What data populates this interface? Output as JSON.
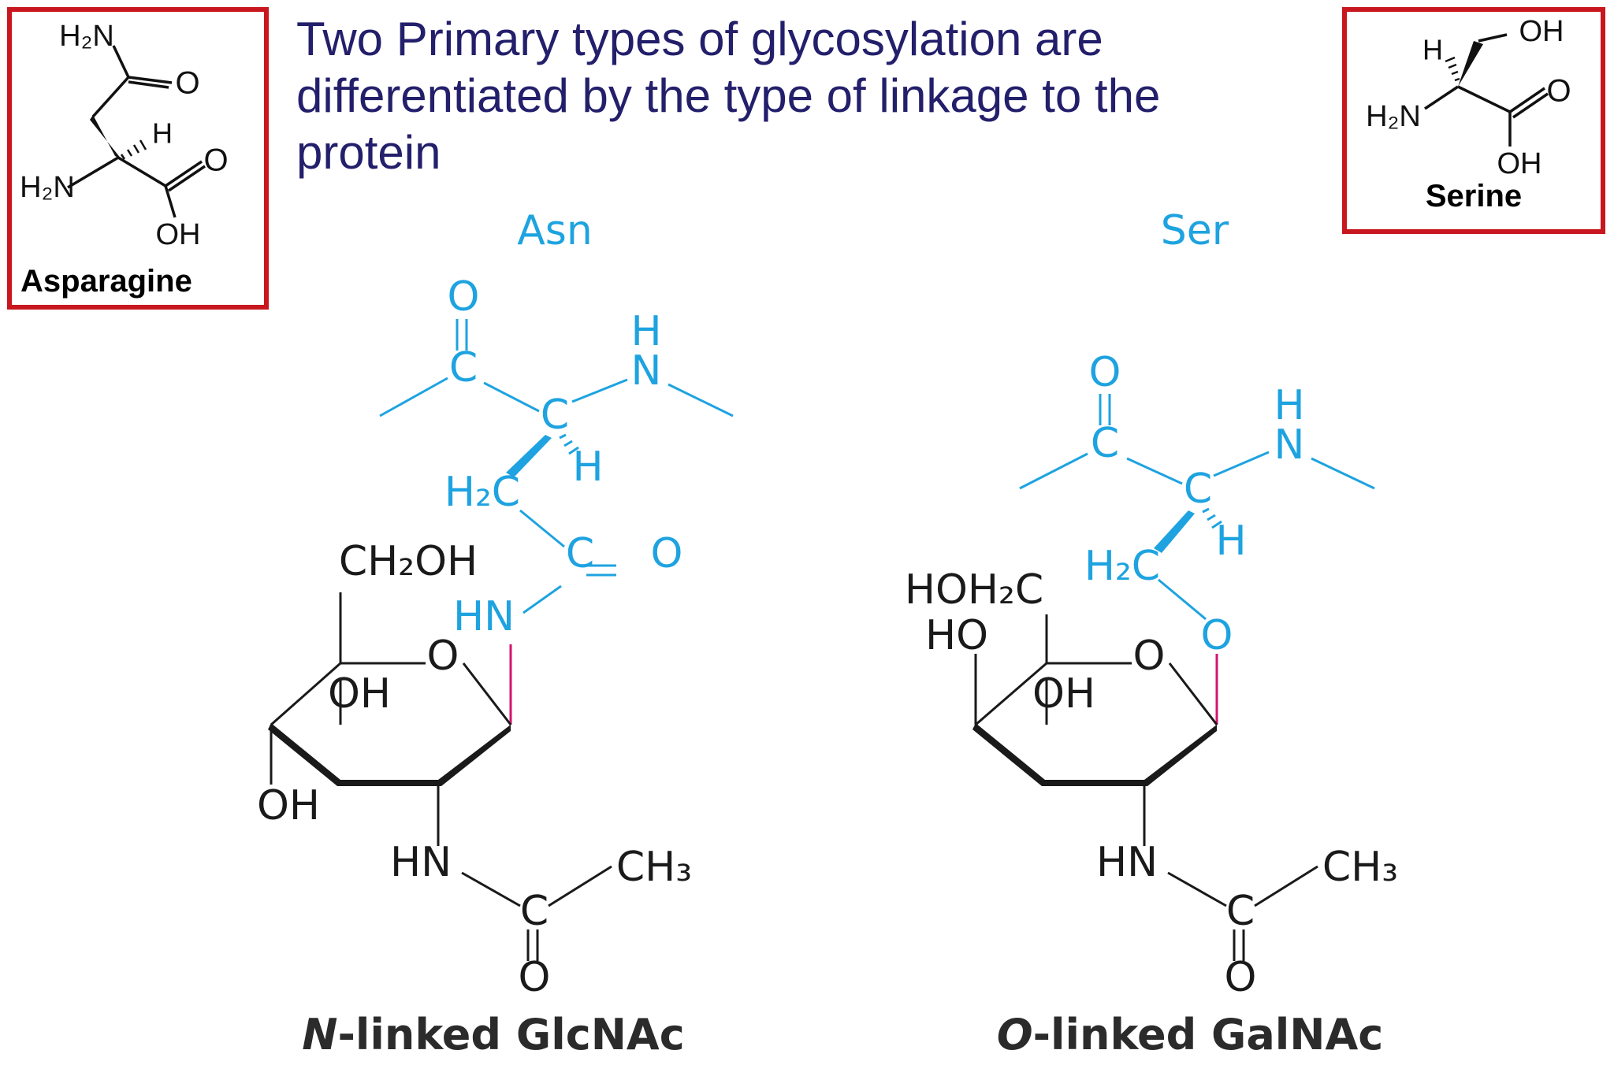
{
  "title_lines": [
    "Two Primary types of glycosylation are",
    "differentiated by the type of linkage to the",
    "protein"
  ],
  "left_box": {
    "label": "Asparagine",
    "atoms": {
      "h2n_top": "H₂N",
      "o_top": "O",
      "h": "H",
      "h2n_left": "H₂N",
      "o_acid": "O",
      "oh": "OH"
    }
  },
  "right_box": {
    "label": "Serine",
    "atoms": {
      "h": "H",
      "oh_top": "OH",
      "h2n": "H₂N",
      "o_acid": "O",
      "oh_bottom": "OH"
    }
  },
  "n_linked": {
    "residue": "Asn",
    "caption_prefix": "N",
    "caption_rest": "-linked GlcNAc",
    "atoms": {
      "o_carbonyl": "O",
      "c_carbonyl": "C",
      "h_amide": "H",
      "n_amide": "N",
      "c_alpha": "C",
      "h_alpha": "H",
      "h2c": "H₂C",
      "c_side": "C",
      "o_side": "O",
      "hn_link": "HN",
      "ch2oh": "CH₂OH",
      "o_ring": "O",
      "oh_ring": "OH",
      "oh_left": "OH",
      "hn_acetyl": "HN",
      "c_acetyl": "C",
      "ch3": "CH₃",
      "o_acetyl": "O"
    }
  },
  "o_linked": {
    "residue": "Ser",
    "caption_prefix": "O",
    "caption_rest": "-linked GalNAc",
    "atoms": {
      "o_carbonyl": "O",
      "c_carbonyl": "C",
      "h_amide": "H",
      "n_amide": "N",
      "c_alpha": "C",
      "h_alpha": "H",
      "h2c": "H₂C",
      "o_link": "O",
      "hoh2c": "HOH₂C",
      "ho": "HO",
      "o_ring": "O",
      "oh_ring": "OH",
      "hn_acetyl": "HN",
      "c_acetyl": "C",
      "ch3": "CH₃",
      "o_acetyl": "O"
    }
  },
  "colors": {
    "title": "#231f6b",
    "protein": "#1ea3e0",
    "box_border": "#c8171e",
    "sugar": "#1a1a1a",
    "glyco_bond": "#d4136e"
  }
}
